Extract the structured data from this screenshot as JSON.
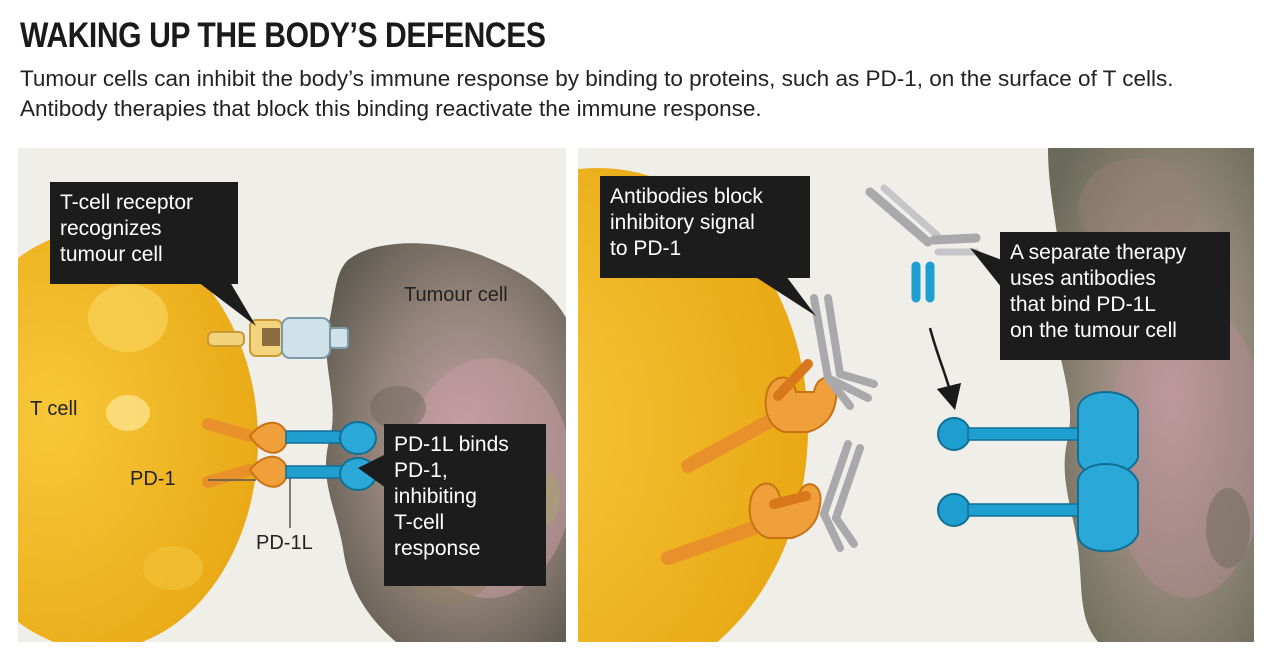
{
  "header": {
    "title": "WAKING UP THE BODY’S DEFENCES",
    "subtitle": "Tumour cells can inhibit the body’s immune response by binding to proteins, such as PD-1, on the surface of T cells. Antibody therapies that block this binding reactivate the immune response."
  },
  "left_panel": {
    "callout_receptor": "T-cell receptor\nrecognizes\ntumour cell",
    "callout_binding": "PD-1L binds\nPD-1,\ninhibiting\nT-cell\nresponse",
    "label_tumour_cell": "Tumour cell",
    "label_t_cell": "T cell",
    "label_pd1": "PD-1",
    "label_pd1l": "PD-1L"
  },
  "right_panel": {
    "callout_antibodies": "Antibodies block\ninhibitory signal\nto PD-1",
    "callout_separate": "A separate therapy\nuses antibodies\nthat bind PD-1L\non the tumour cell"
  },
  "colors": {
    "t_cell": "#f2b41e",
    "pd1_receptor": "#e8902a",
    "pd1l_ligand": "#1e9fd0",
    "antibody": "#b9b9bb",
    "tumour_cell": "#7f7464",
    "callout_bg": "#1c1c1c",
    "panel_bg": "#efeee9"
  }
}
